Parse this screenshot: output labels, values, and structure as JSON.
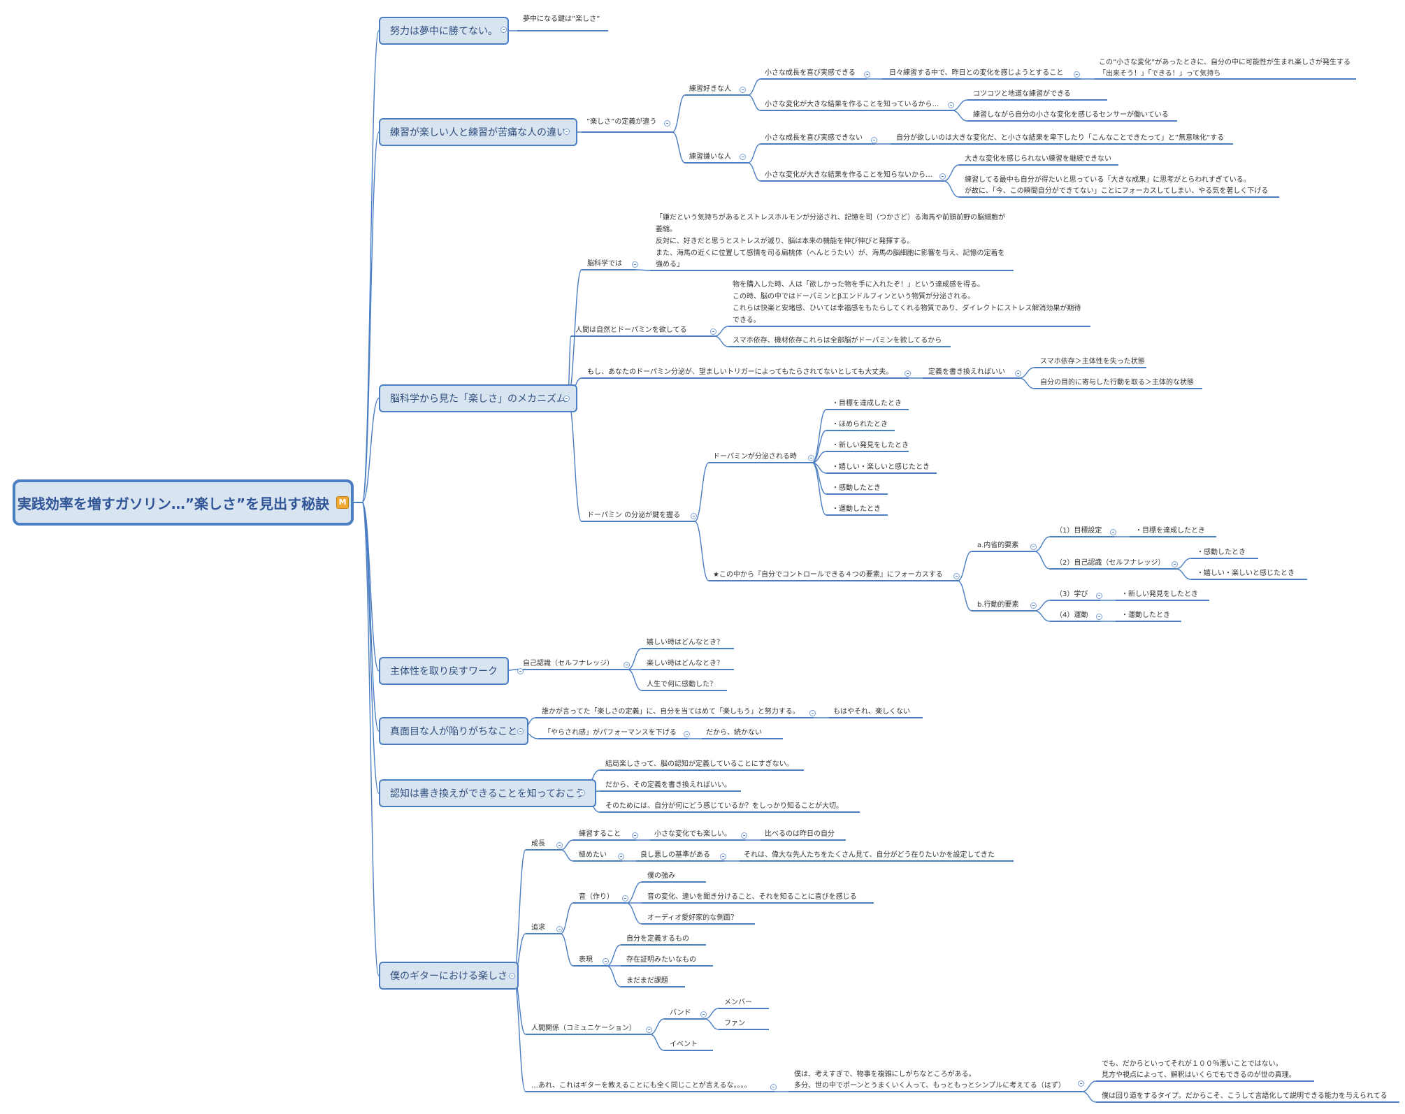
{
  "root": {
    "title": "実践効率を増すガソリン…”楽しさ”を見出す秘訣",
    "badge": "M"
  },
  "nodes": {
    "b1": "努力は夢中に勝てない。",
    "b1_1": "夢中になる鍵は”楽しさ”",
    "b2": "練習が楽しい人と練習が苦痛な人の違い",
    "b2_1": "”楽しさ”の定義が違う",
    "b2_like": "練習好きな人",
    "b2_like_1": "小さな成長を喜び実感できる",
    "b2_like_1a": "日々練習する中で、昨日との変化を感じようとすること",
    "b2_like_1b1": "この”小さな変化”があったときに、自分の中に可能性が生まれ楽しさが発生する",
    "b2_like_1b2": "「出来そう！」「できる！」って気持ち",
    "b2_like_2": "小さな変化が大きな結果を作ることを知っているから…",
    "b2_like_2a": "コツコツと地道な練習ができる",
    "b2_like_2b": "練習しながら自分の小さな変化を感じるセンサーが働いている",
    "b2_dis": "練習嫌いな人",
    "b2_dis_1": "小さな成長を喜び実感できない",
    "b2_dis_1a": "自分が欲しいのは大きな変化だ、と小さな結果を卑下したり「こんなことできたって」と”無意味化”する",
    "b2_dis_2": "小さな変化が大きな結果を作ることを知らないから…",
    "b2_dis_2a": "大きな変化を感じられない練習を継続できない",
    "b2_dis_2b1": "練習してる最中も自分が得たいと思っている「大きな成果」に思考がとらわれすぎている。",
    "b2_dis_2b2": "が故に、「今、この瞬間自分ができてない」ことにフォーカスしてしまい、やる気を著しく下げる",
    "b3": "脳科学から見た「楽しさ」のメカニズム",
    "b3_1": "脳科学では",
    "b3_1a1": "「嫌だという気持ちがあるとストレスホルモンが分泌され、記憶を司（つかさど）る海馬や前頭前野の脳細胞が",
    "b3_1a2": "萎縮。",
    "b3_1a3": "反対に、好きだと思うとストレスが減り、脳は本来の機能を伸び伸びと発揮する。",
    "b3_1a4": "また、海馬の近くに位置して感情を司る扁桃体（へんとうたい）が、海馬の脳細胞に影響を与え、記憶の定着を",
    "b3_1a5": "強める」",
    "b3_2": "人間は自然とドーパミンを欲してる",
    "b3_2a1": "物を購入した時、人は「欲しかった物を手に入れたぞ！」という達成感を得る。",
    "b3_2a2": "この時、脳の中ではドーパミンとβエンドルフィンという物質が分泌される。",
    "b3_2a3": "これらは快楽と安堵感、ひいては幸福感をもたらしてくれる物質であり、ダイレクトにストレス解消効果が期待",
    "b3_2a4": "できる。",
    "b3_2b": "スマホ依存、機材依存これらは全部脳がドーパミンを欲してるから",
    "b3_3": "もし、あなたのドーパミン分泌が、望ましいトリガーによってもたらされてないとしても大丈夫。",
    "b3_3a": "定義を書き換えればいい",
    "b3_3a1": "スマホ依存＞主体性を失った状態",
    "b3_3a2": "自分の目的に寄与した行動を取る＞主体的な状態",
    "b3_4": "ドーパミン の分泌が鍵を握る",
    "b3_4a": "ドーパミンが分泌される時",
    "b3_4a1": "・目標を達成したとき",
    "b3_4a2": "・ほめられたとき",
    "b3_4a3": "・新しい発見をしたとき",
    "b3_4a4": "・嬉しい・楽しいと感じたとき",
    "b3_4a5": "・感動したとき",
    "b3_4a6": "・運動したとき",
    "b3_4b": "★この中から『自分でコントロールできる４つの要素』にフォーカスする",
    "b3_4b_a": "a.内省的要素",
    "b3_4b_a1": "（1）目標設定",
    "b3_4b_a1x": "・目標を達成したとき",
    "b3_4b_a2": "（2）自己認識（セルフナレッジ）",
    "b3_4b_a2x": "・感動したとき",
    "b3_4b_a2y": "・嬉しい・楽しいと感じたとき",
    "b3_4b_b": "b.行動的要素",
    "b3_4b_b1": "（3）学び",
    "b3_4b_b1x": "・新しい発見をしたとき",
    "b3_4b_b2": "（4）運動",
    "b3_4b_b2x": "・運動したとき",
    "b4": "主体性を取り戻すワーク",
    "b4_1": "自己認識（セルフナレッジ）",
    "b4_1a": "嬉しい時はどんなとき？",
    "b4_1b": "楽しい時はどんなとき？",
    "b4_1c": "人生で何に感動した？",
    "b5": "真面目な人が陥りがちなこと",
    "b5_1": "誰かが言ってた「楽しさの定義」に、自分を当てはめて「楽しもう」と努力する。",
    "b5_1a": "もはやそれ、楽しくない",
    "b5_2": "「やらされ感」がパフォーマンスを下げる",
    "b5_2a": "だから、続かない",
    "b6": "認知は書き換えができることを知っておこう",
    "b6_1": "結局楽しさって、脳の認知が定義していることにすぎない。",
    "b6_2": "だから、その定義を書き換えればいい。",
    "b6_3": "そのためには、自分が何にどう感じているか？をしっかり知ることが大切。",
    "b7": "僕のギターにおける楽しさ",
    "b7_1": "成長",
    "b7_1a": "練習すること",
    "b7_1a1": "小さな変化でも楽しい。",
    "b7_1a2": "比べるのは昨日の自分",
    "b7_1b": "極めたい",
    "b7_1b1": "良し悪しの基準がある",
    "b7_1b2": "それは、偉大な先人たちをたくさん見て、自分がどう在りたいかを設定してきた",
    "b7_2": "追求",
    "b7_2a": "音（作り）",
    "b7_2a1": "僕の強み",
    "b7_2a2": "音の変化、違いを聞き分けること、それを知ることに喜びを感じる",
    "b7_2a3": "オーディオ愛好家的な側面？",
    "b7_2b": "表現",
    "b7_2b1": "自分を定義するもの",
    "b7_2b2": "存在証明みたいなもの",
    "b7_2b3": "まだまだ課題",
    "b7_3": "人間関係（コミュニケーション）",
    "b7_3a": "バンド",
    "b7_3a1": "メンバー",
    "b7_3a2": "ファン",
    "b7_3b": "イベント",
    "b7_4": "…あれ、これはギターを教えることにも全く同じことが言えるな。。。。",
    "b7_4a1": "僕は、考えすぎで、物事を複雑にしがちなところがある。",
    "b7_4a2": "多分、世の中でポーンとうまくいく人って、もっともっとシンプルに考えてる（はず）",
    "b7_4b1": "でも、だからといってそれが１００％悪いことではない。",
    "b7_4b2": "見方や視点によって、解釈はいくらでもできるのが世の真理。",
    "b7_4c": "僕は回り道をするタイプ。だからこそ、こうして言語化して説明できる能力を与えられてる"
  }
}
